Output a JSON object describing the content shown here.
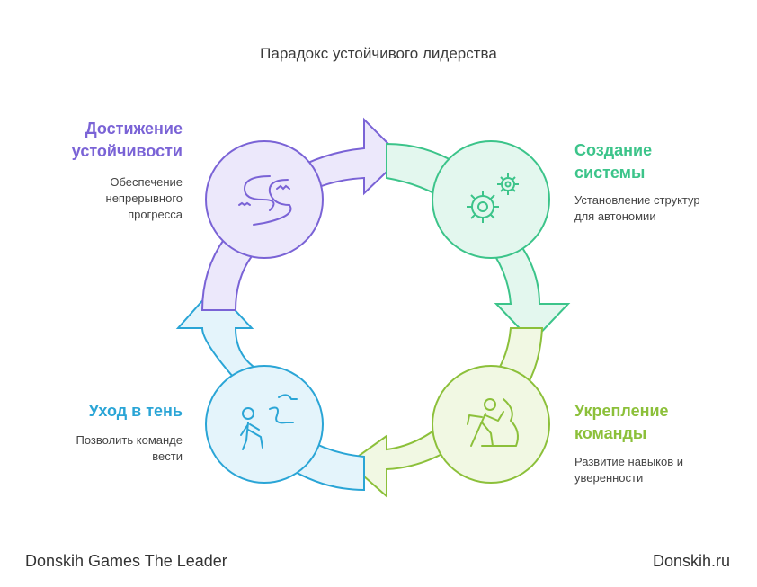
{
  "title": "Парадокс устойчивого лидерства",
  "stages": {
    "achieve": {
      "heading_line1": "Достижение",
      "heading_line2": "устойчивости",
      "desc_line1": "Обеспечение",
      "desc_line2": "непрерывного",
      "desc_line3": "прогресса",
      "color": "#7a63d6",
      "icon": "winding-path-icon"
    },
    "system": {
      "heading_line1": "Создание",
      "heading_line2": "системы",
      "desc_line1": "Установление структур",
      "desc_line2": "для автономии",
      "color": "#3cc48a",
      "icon": "gears-icon"
    },
    "team": {
      "heading_line1": "Укрепление",
      "heading_line2": "команды",
      "desc_line1": "Развитие навыков и",
      "desc_line2": "уверенности",
      "color": "#8cc03a",
      "icon": "climber-icon"
    },
    "shadow": {
      "heading": "Уход в тень",
      "desc_line1": "Позволить команде",
      "desc_line2": "вести",
      "color": "#2aa5d6",
      "icon": "walking-away-icon"
    }
  },
  "footer": {
    "left": "Donskih Games The Leader",
    "right": "Donskih.ru"
  }
}
